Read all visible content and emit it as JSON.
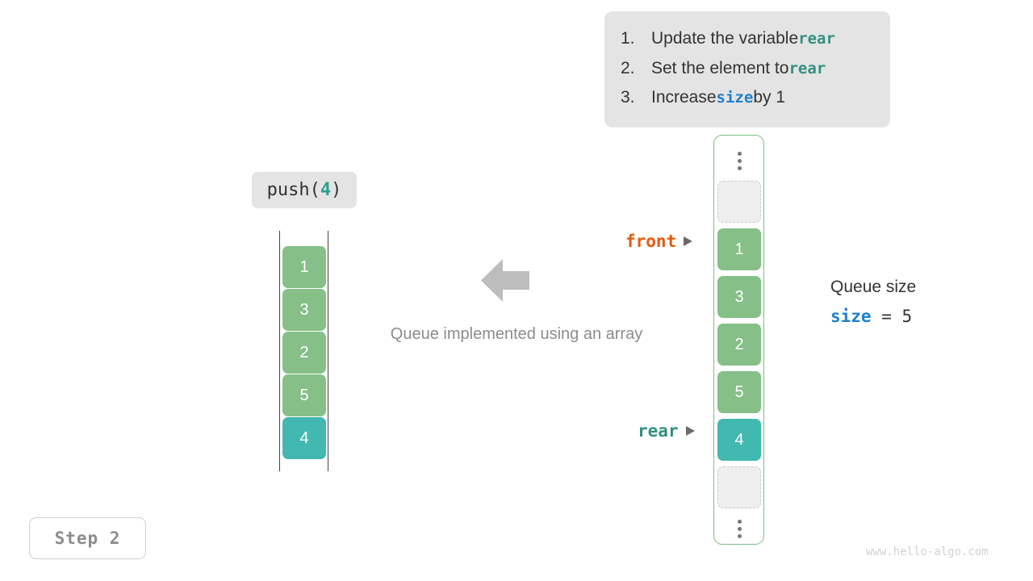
{
  "instructions": {
    "items": [
      {
        "num": "1.",
        "pre": "Update the variable ",
        "code": "rear",
        "code_color": "teal",
        "post": ""
      },
      {
        "num": "2.",
        "pre": "Set the element to ",
        "code": "rear",
        "code_color": "teal",
        "post": ""
      },
      {
        "num": "3.",
        "pre": "Increase ",
        "code": "size",
        "code_color": "blue",
        "post": " by 1"
      }
    ]
  },
  "operation": {
    "name": "push(",
    "argument": "4",
    "close": ")"
  },
  "left_array": {
    "cells": [
      {
        "value": "1",
        "style": "green"
      },
      {
        "value": "3",
        "style": "green"
      },
      {
        "value": "2",
        "style": "green"
      },
      {
        "value": "5",
        "style": "green"
      },
      {
        "value": "4",
        "style": "teal"
      }
    ]
  },
  "center": {
    "arrow_icon": "arrow-left-icon",
    "caption": "Queue implemented using an array"
  },
  "right_array": {
    "top_ellipsis": "vertical-ellipsis-icon",
    "bottom_ellipsis": "vertical-ellipsis-icon",
    "cells": [
      {
        "value": "",
        "style": "empty"
      },
      {
        "value": "1",
        "style": "green"
      },
      {
        "value": "3",
        "style": "green"
      },
      {
        "value": "2",
        "style": "green"
      },
      {
        "value": "5",
        "style": "green"
      },
      {
        "value": "4",
        "style": "teal"
      },
      {
        "value": "",
        "style": "empty"
      }
    ]
  },
  "pointers": {
    "front": {
      "label": "front",
      "color": "#e8590c"
    },
    "rear": {
      "label": "rear",
      "color": "#338f82"
    }
  },
  "queue_size": {
    "title": "Queue size",
    "variable": "size",
    "operator": " = ",
    "value": "5"
  },
  "step_badge": {
    "label": "Step 2"
  },
  "watermark": {
    "text": "www.hello-algo.com"
  },
  "colors": {
    "green": "#86bf88",
    "teal": "#41b8b0",
    "blue": "#1f7fd0",
    "orange": "#e8590c",
    "box_gray": "#e4e4e4",
    "container_border": "#7dbd84"
  }
}
